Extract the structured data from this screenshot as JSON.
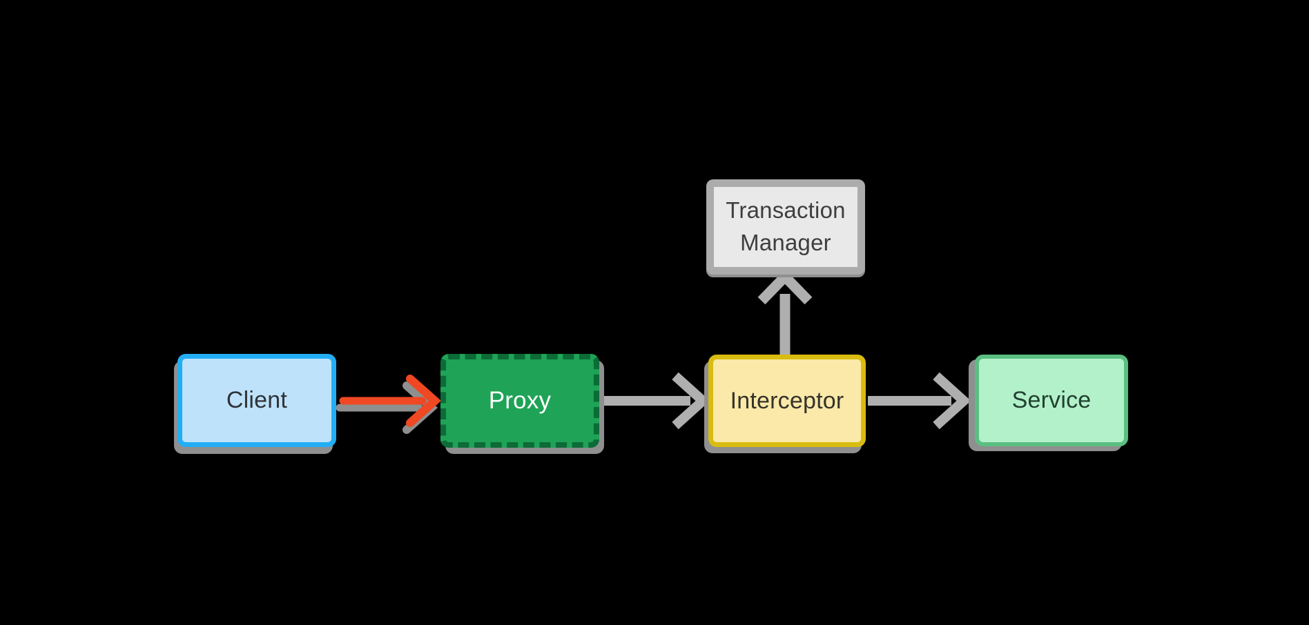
{
  "diagram": {
    "background": "#000000",
    "shadow_color": "#8f8f8f",
    "nodes": [
      {
        "id": "client",
        "label": "Client",
        "fill": "#bee2fa",
        "border": "#23aef4",
        "text_color": "#2e3338",
        "border_style": "solid"
      },
      {
        "id": "proxy",
        "label": "Proxy",
        "fill": "#1fa357",
        "border": "#0c6b37",
        "text_color": "#ffffff",
        "border_style": "dashed"
      },
      {
        "id": "interceptor",
        "label": "Interceptor",
        "fill": "#fae9a9",
        "border": "#d8bc10",
        "text_color": "#35322b",
        "border_style": "solid"
      },
      {
        "id": "service",
        "label": "Service",
        "fill": "#b3f1cb",
        "border": "#5abf81",
        "text_color": "#22402f",
        "border_style": "solid"
      },
      {
        "id": "transaction-manager",
        "label": "Transaction Manager",
        "fill": "#e9e9e9",
        "border": "#acacac",
        "text_color": "#3e3e3e",
        "border_style": "solid"
      }
    ],
    "edges": [
      {
        "from": "client",
        "to": "proxy",
        "color": "#ef4823",
        "direction": "right"
      },
      {
        "from": "proxy",
        "to": "interceptor",
        "color": "#afafaf",
        "direction": "right"
      },
      {
        "from": "interceptor",
        "to": "service",
        "color": "#afafaf",
        "direction": "right"
      },
      {
        "from": "interceptor",
        "to": "transaction-manager",
        "color": "#afafaf",
        "direction": "up"
      }
    ]
  }
}
